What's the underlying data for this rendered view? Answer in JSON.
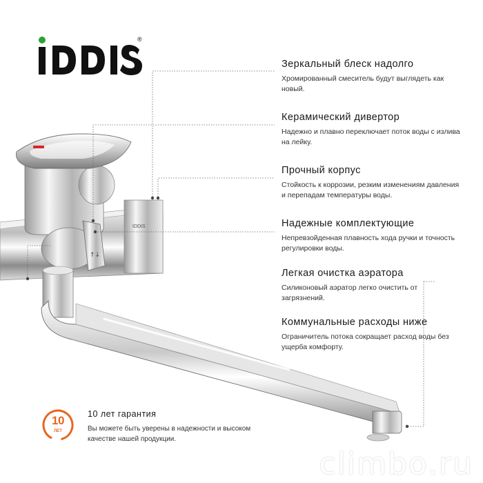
{
  "brand": {
    "logo_text": "IDDIS",
    "registered_mark": "®",
    "accent_color": "#2aa336"
  },
  "features": [
    {
      "title": "Зеркальный блеск надолго",
      "text": "Хромированный смеситель будут выглядеть как новый."
    },
    {
      "title": "Керамический дивертор",
      "text": "Надежно и плавно переключает поток воды с излива на лейку."
    },
    {
      "title": "Прочный корпус",
      "text": "Стойкость к коррозии, резким изменениям давления и перепадам температуры воды."
    },
    {
      "title": "Надежные комплектующие",
      "text": "Непревзойденная плавность хода ручки и точность регулировки воды."
    },
    {
      "title": "Легкая очистка аэратора",
      "text": "Силиконовый аэратор легко очистить от загрязнений."
    },
    {
      "title": "Коммунальные расходы ниже",
      "text": "Ограничитель потока сокращает расход воды без ущерба комфорту."
    }
  ],
  "warranty": {
    "badge_number": "10",
    "badge_unit": "ЛЕТ",
    "title": "10 лет гарантия",
    "text": "Вы можете быть уверены в надежности и высоком качестве нашей продукции.",
    "color": "#e8651d"
  },
  "product": {
    "body_engraving": "IDDIS"
  },
  "watermark": "climbo.ru"
}
